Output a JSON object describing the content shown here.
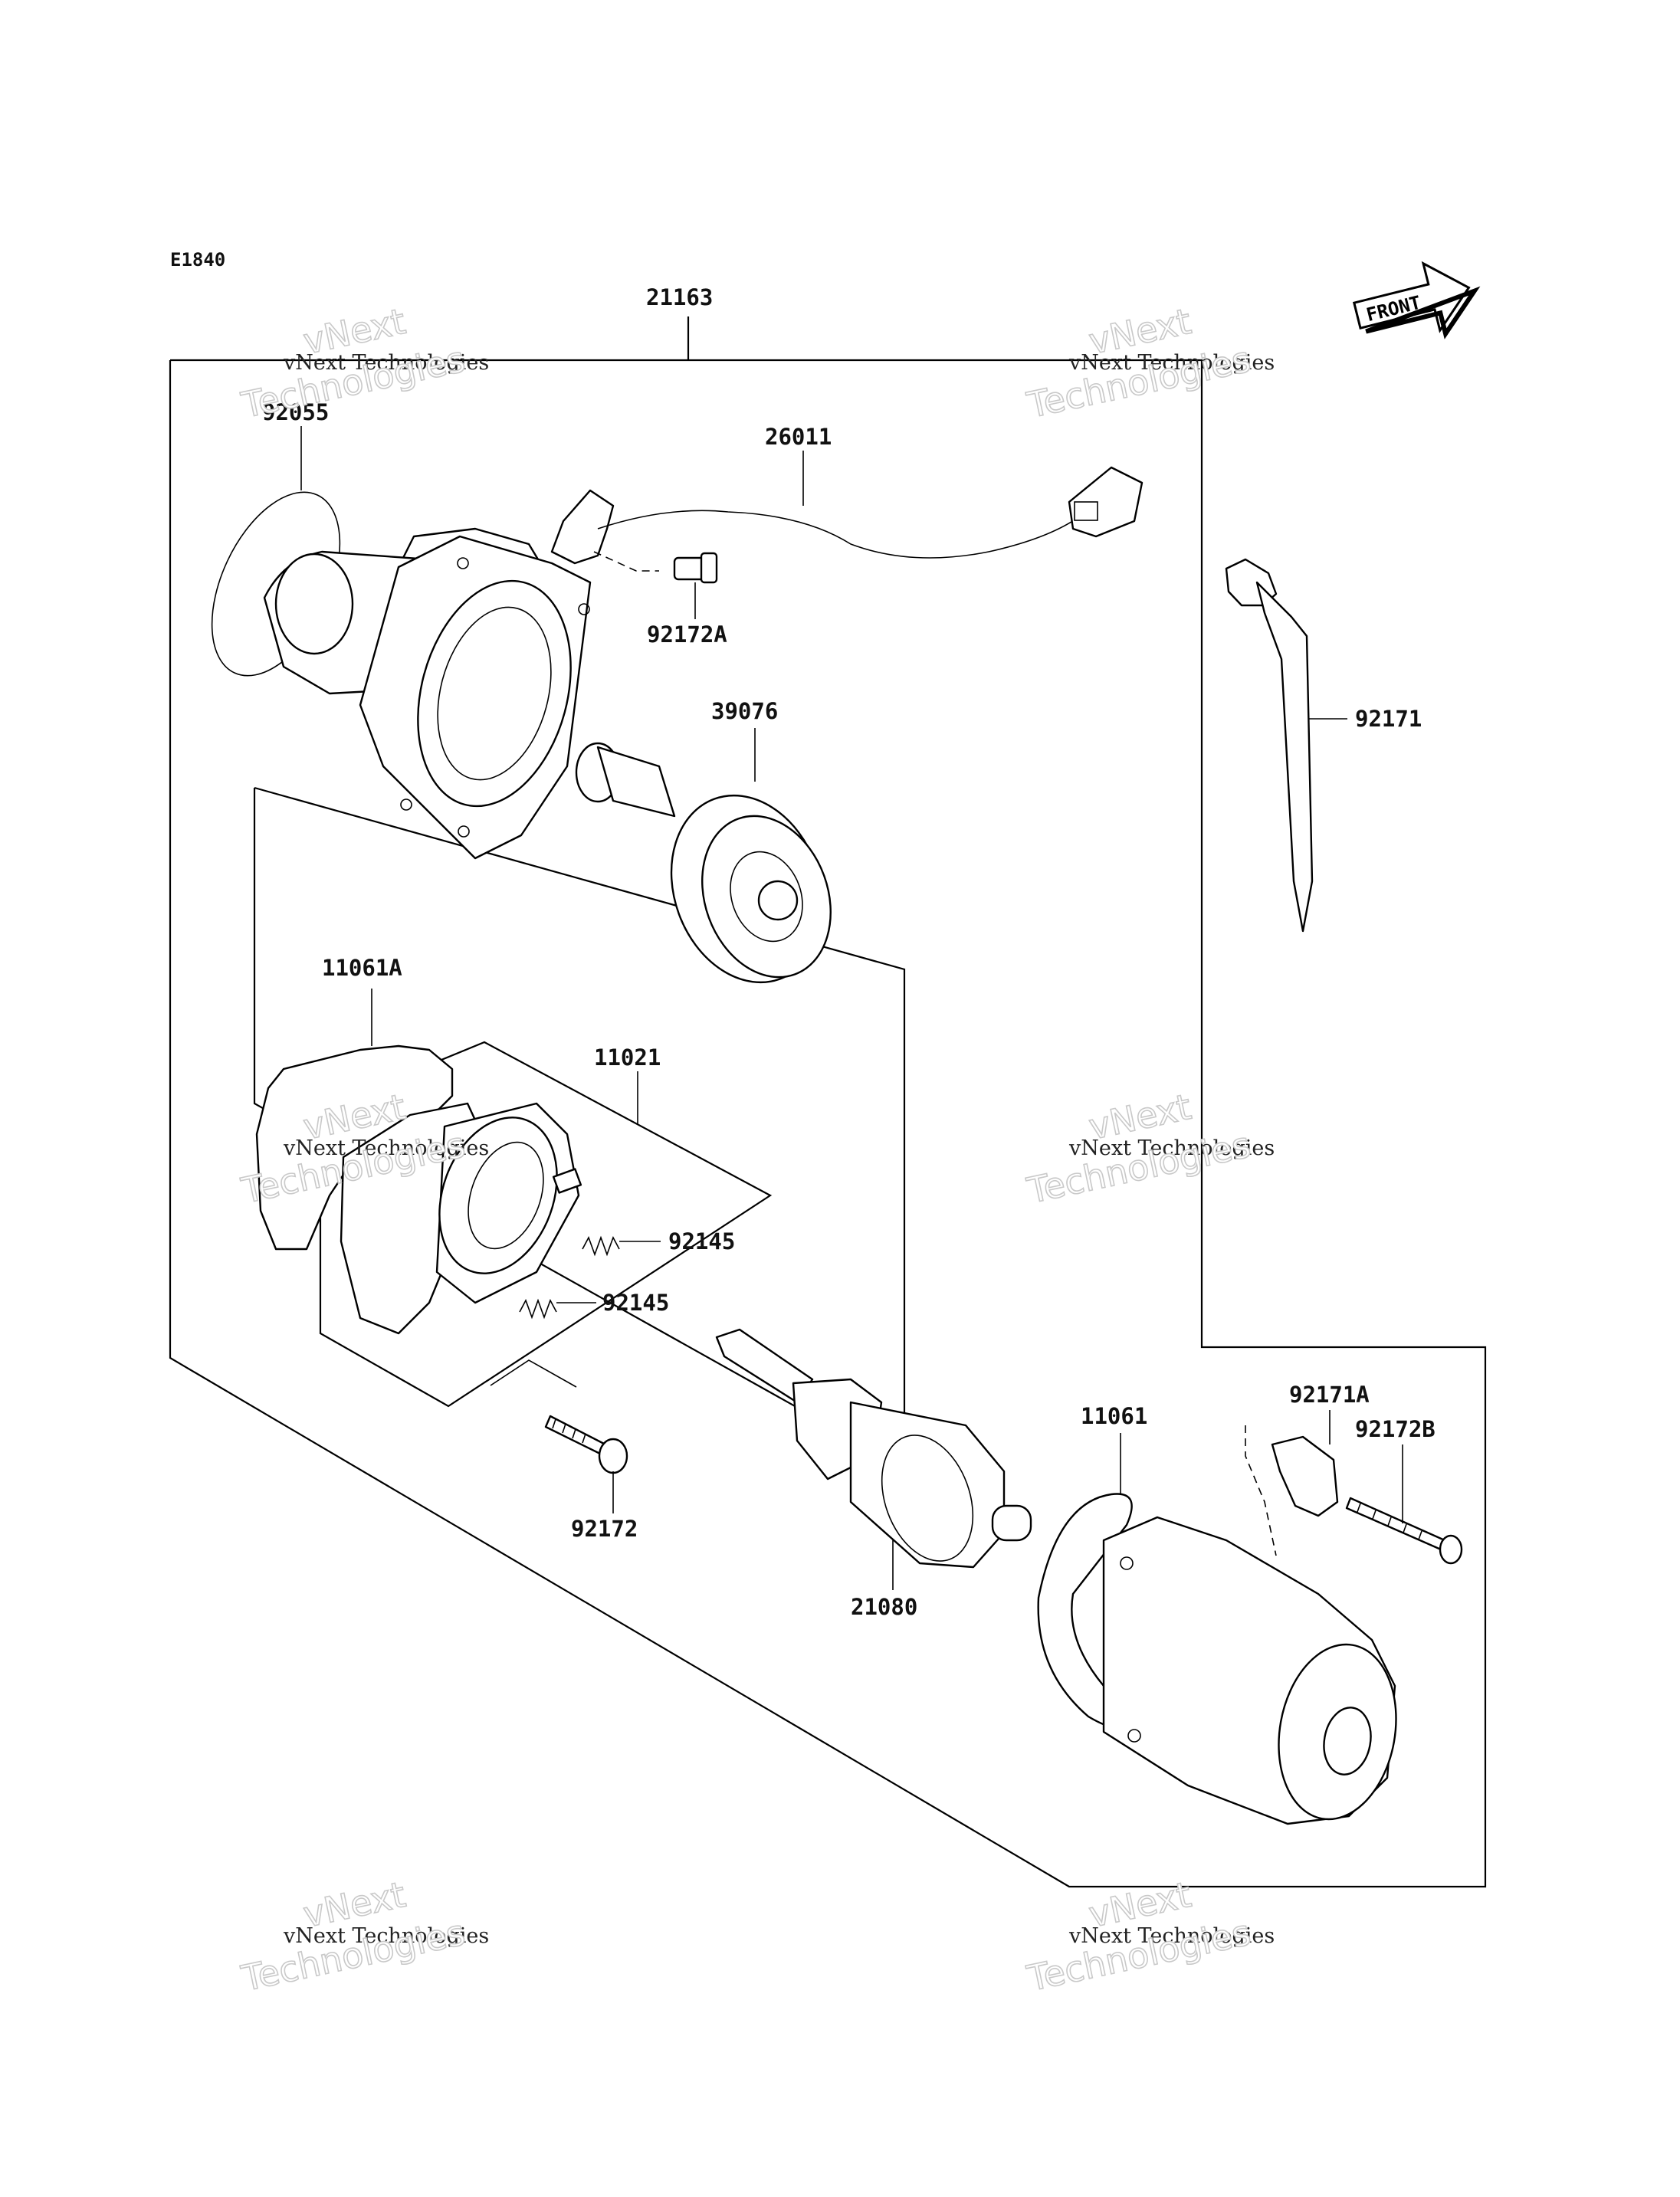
{
  "diagram_code": "E1840",
  "front_label": "FRONT",
  "watermark": {
    "line": "vNext Technologies",
    "big_top": "vNext",
    "big_bottom": "Technologies"
  },
  "parts": {
    "assembly": "21163",
    "o_ring_front": "92055",
    "lead": "26011",
    "bolt_lead": "92172A",
    "clutch": "39076",
    "band": "92171",
    "gasket_a": "11061A",
    "brush_holder": "11021",
    "spring_1": "92145",
    "spring_2": "92145",
    "screw": "92172",
    "armature": "21080",
    "o_ring_rear": "11061",
    "clamp": "92171A",
    "bolt_rear": "92172B"
  }
}
